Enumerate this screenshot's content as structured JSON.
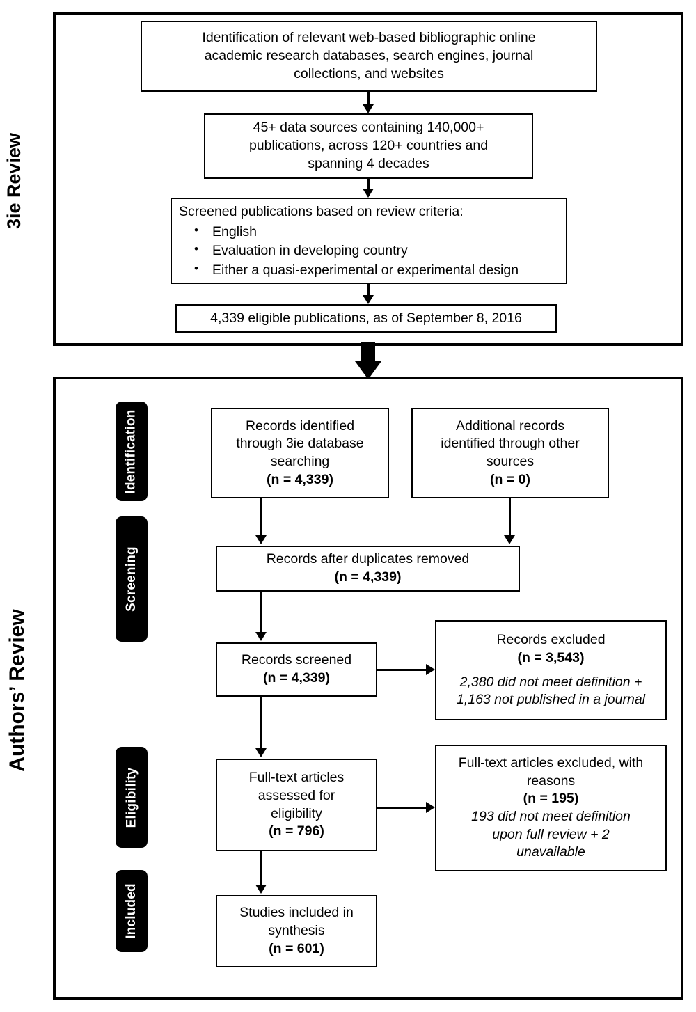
{
  "figure": {
    "type": "prisma-flow-diagram",
    "sections": [
      {
        "id": "3ie",
        "label": "3ie Review"
      },
      {
        "id": "authors",
        "label": "Authors’ Review"
      }
    ]
  },
  "side_labels": {
    "top": "3ie Review",
    "bottom": "Authors’ Review"
  },
  "stages": [
    {
      "key": "identification",
      "label": "Identification"
    },
    {
      "key": "screening",
      "label": "Screening"
    },
    {
      "key": "eligibility",
      "label": "Eligibility"
    },
    {
      "key": "included",
      "label": "Included"
    }
  ],
  "top_panel": {
    "box_sources": {
      "line1": "Identification of relevant web-based bibliographic online",
      "line2": "academic research databases, search engines, journal",
      "line3": "collections, and websites"
    },
    "box_counts": {
      "line1": "45+ data sources containing 140,000+",
      "line2": "publications, across 120+ countries and",
      "line3": "spanning 4 decades"
    },
    "box_criteria": {
      "heading": "Screened publications based on review criteria:",
      "items": [
        "English",
        "Evaluation in developing country",
        "Either a quasi-experimental or experimental design"
      ]
    },
    "box_eligible": {
      "line1": "4,339 eligible publications, as of September 8, 2016"
    }
  },
  "bottom_panel": {
    "box_records_identified": {
      "line1": "Records identified",
      "line2": "through 3ie database",
      "line3": "searching",
      "count": "(n = 4,339)"
    },
    "box_additional_records": {
      "line1": "Additional records",
      "line2": "identified through other",
      "line3": "sources",
      "count": "(n = 0)"
    },
    "box_duplicates_removed": {
      "line1": "Records after duplicates removed",
      "count": "(n = 4,339)"
    },
    "box_records_screened": {
      "line1": "Records screened",
      "count": "(n = 4,339)"
    },
    "box_records_excluded": {
      "line1": "Records excluded",
      "count": "(n = 3,543)",
      "note1": "2,380 did not meet definition +",
      "note2": "1,163 not published in a journal"
    },
    "box_fulltext_assessed": {
      "line1": "Full-text articles",
      "line2": "assessed for",
      "line3": "eligibility",
      "count": "(n = 796)"
    },
    "box_fulltext_excluded": {
      "line1": "Full-text articles excluded, with",
      "line2": "reasons",
      "count": "(n = 195)",
      "note1": "193 did not meet definition",
      "note2": "upon full review + 2",
      "note3": "unavailable"
    },
    "box_studies_included": {
      "line1": "Studies included in",
      "line2": "synthesis",
      "count": "(n = 601)"
    }
  },
  "colors": {
    "stroke": "#000000",
    "background": "#ffffff",
    "chip_background": "#000000",
    "chip_text": "#ffffff"
  }
}
